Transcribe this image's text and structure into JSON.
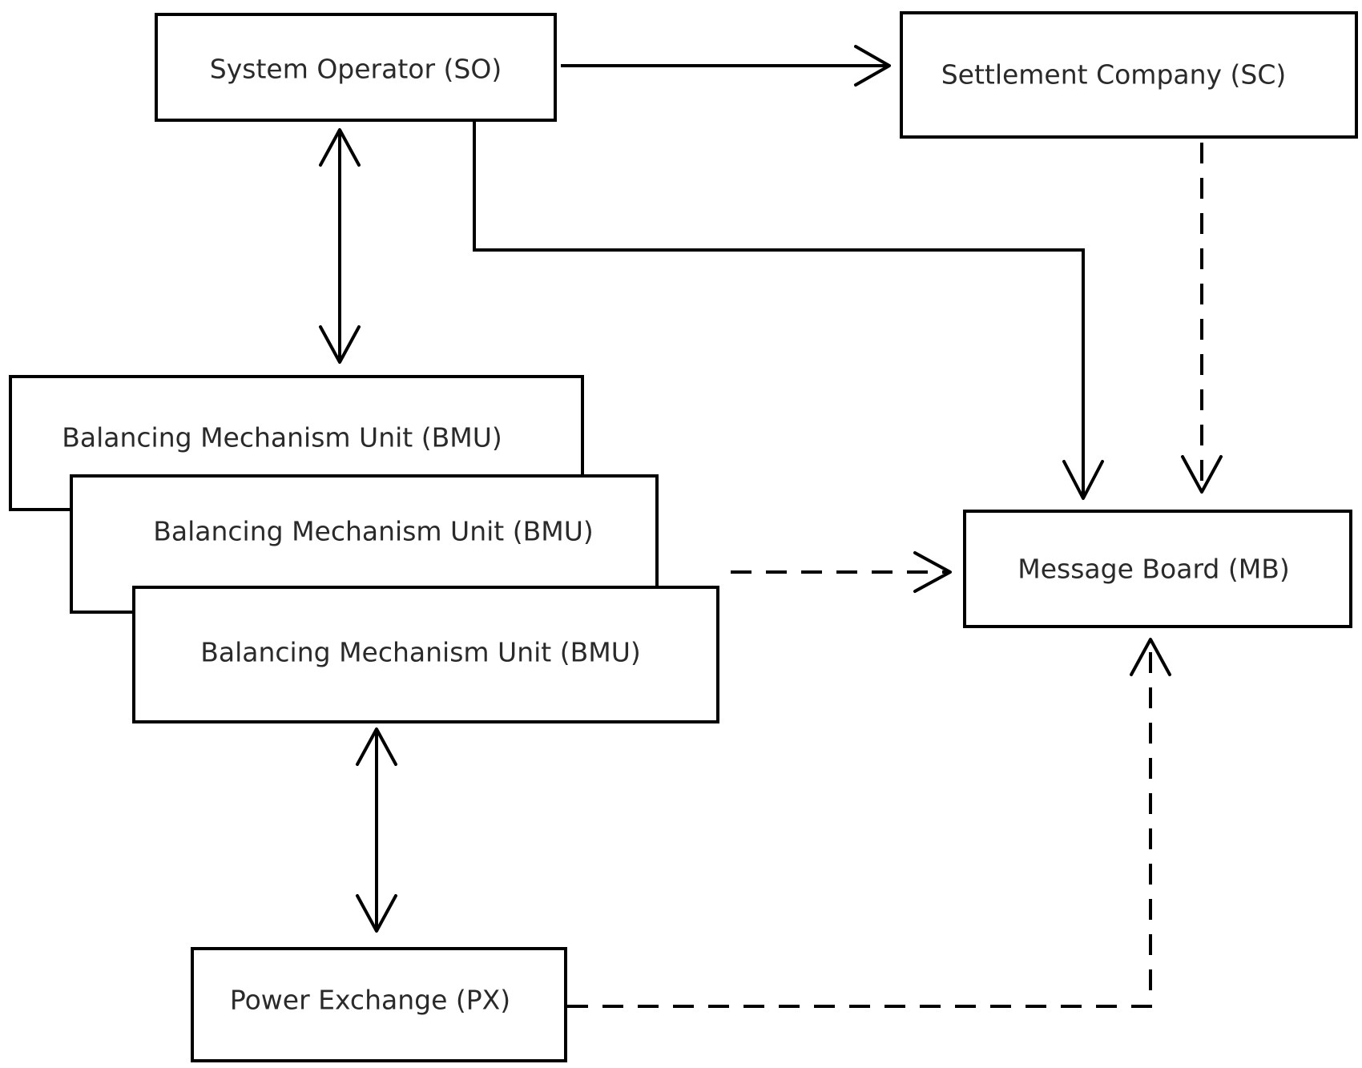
{
  "nodes": {
    "so": {
      "label": "System Operator (SO)"
    },
    "sc": {
      "label": "Settlement Company (SC)"
    },
    "bmu_back": {
      "label": "Balancing Mechanism Unit (BMU)"
    },
    "bmu_middle": {
      "label": "Balancing Mechanism Unit (BMU)"
    },
    "bmu_front": {
      "label": "Balancing Mechanism Unit (BMU)"
    },
    "mb": {
      "label": "Message Board (MB)"
    },
    "px": {
      "label": "Power Exchange (PX)"
    }
  },
  "edges": [
    {
      "from": "System Operator (SO)",
      "to": "Settlement Company (SC)",
      "style": "solid",
      "direction": "one-way"
    },
    {
      "from": "System Operator (SO)",
      "to": "Message Board (MB)",
      "style": "solid",
      "direction": "one-way"
    },
    {
      "from": "System Operator (SO)",
      "to": "Balancing Mechanism Unit (BMU)",
      "style": "solid",
      "direction": "two-way"
    },
    {
      "from": "Settlement Company (SC)",
      "to": "Message Board (MB)",
      "style": "dashed",
      "direction": "one-way"
    },
    {
      "from": "Balancing Mechanism Unit (BMU)",
      "to": "Message Board (MB)",
      "style": "dashed",
      "direction": "one-way"
    },
    {
      "from": "Balancing Mechanism Unit (BMU)",
      "to": "Power Exchange (PX)",
      "style": "solid",
      "direction": "two-way"
    },
    {
      "from": "Power Exchange (PX)",
      "to": "Message Board (MB)",
      "style": "dashed",
      "direction": "one-way"
    }
  ]
}
